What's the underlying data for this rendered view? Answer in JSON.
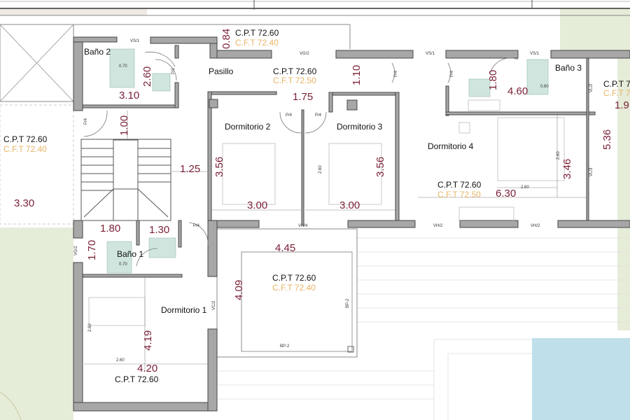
{
  "colors": {
    "wall": "#a7a7a7",
    "dimension": "#7a1f35",
    "cft_level": "#e8b466",
    "garden": "#e5ecd8",
    "pool": "#bfe0ea",
    "fixture": "#cfe5dd"
  },
  "rooms": {
    "bano2": "Baño 2",
    "pasillo": "Pasillo",
    "dormitorio2": "Dormitorio 2",
    "dormitorio3": "Dormitorio 3",
    "dormitorio4": "Dormitorio 4",
    "bano3": "Baño 3",
    "bano1": "Baño 1",
    "dormitorio1": "Dormitorio 1"
  },
  "levels": {
    "cpt": "C.P.T 72.60",
    "cft_40": "C.F.T 72.40",
    "cft_50": "C.F.T 72.50",
    "cpt_cut": "C.P.T 7",
    "cft_cut": "C.F.T 7"
  },
  "dimensions": [
    "0.84",
    "2.60",
    "3.10",
    "1.10",
    "1.75",
    "1.80",
    "4.60",
    "1.00",
    "1.25",
    "3.56",
    "3.56",
    "3.46",
    "5.36",
    "6.30",
    "3.00",
    "3.00",
    "3.30",
    "1.80",
    "1.30",
    "1.70",
    "4.45",
    "4.09",
    "4.19",
    "4.20",
    "1.9"
  ],
  "openings": [
    "VS/1",
    "VG/2",
    "VS/1",
    "VS/1",
    "VL/2",
    "VL/3",
    "VH/4",
    "VH/2",
    "VH/2",
    "VC/2",
    "VG/2",
    "BP-2",
    "BP-2",
    "P/1",
    "P/4",
    "P/4",
    "P/4",
    "P/4",
    "P/4",
    "P/4"
  ],
  "small_dims": [
    "2.60",
    "2.60",
    "2.60",
    "2.60",
    "2.60",
    "0.70",
    "0.70",
    "0.60"
  ]
}
